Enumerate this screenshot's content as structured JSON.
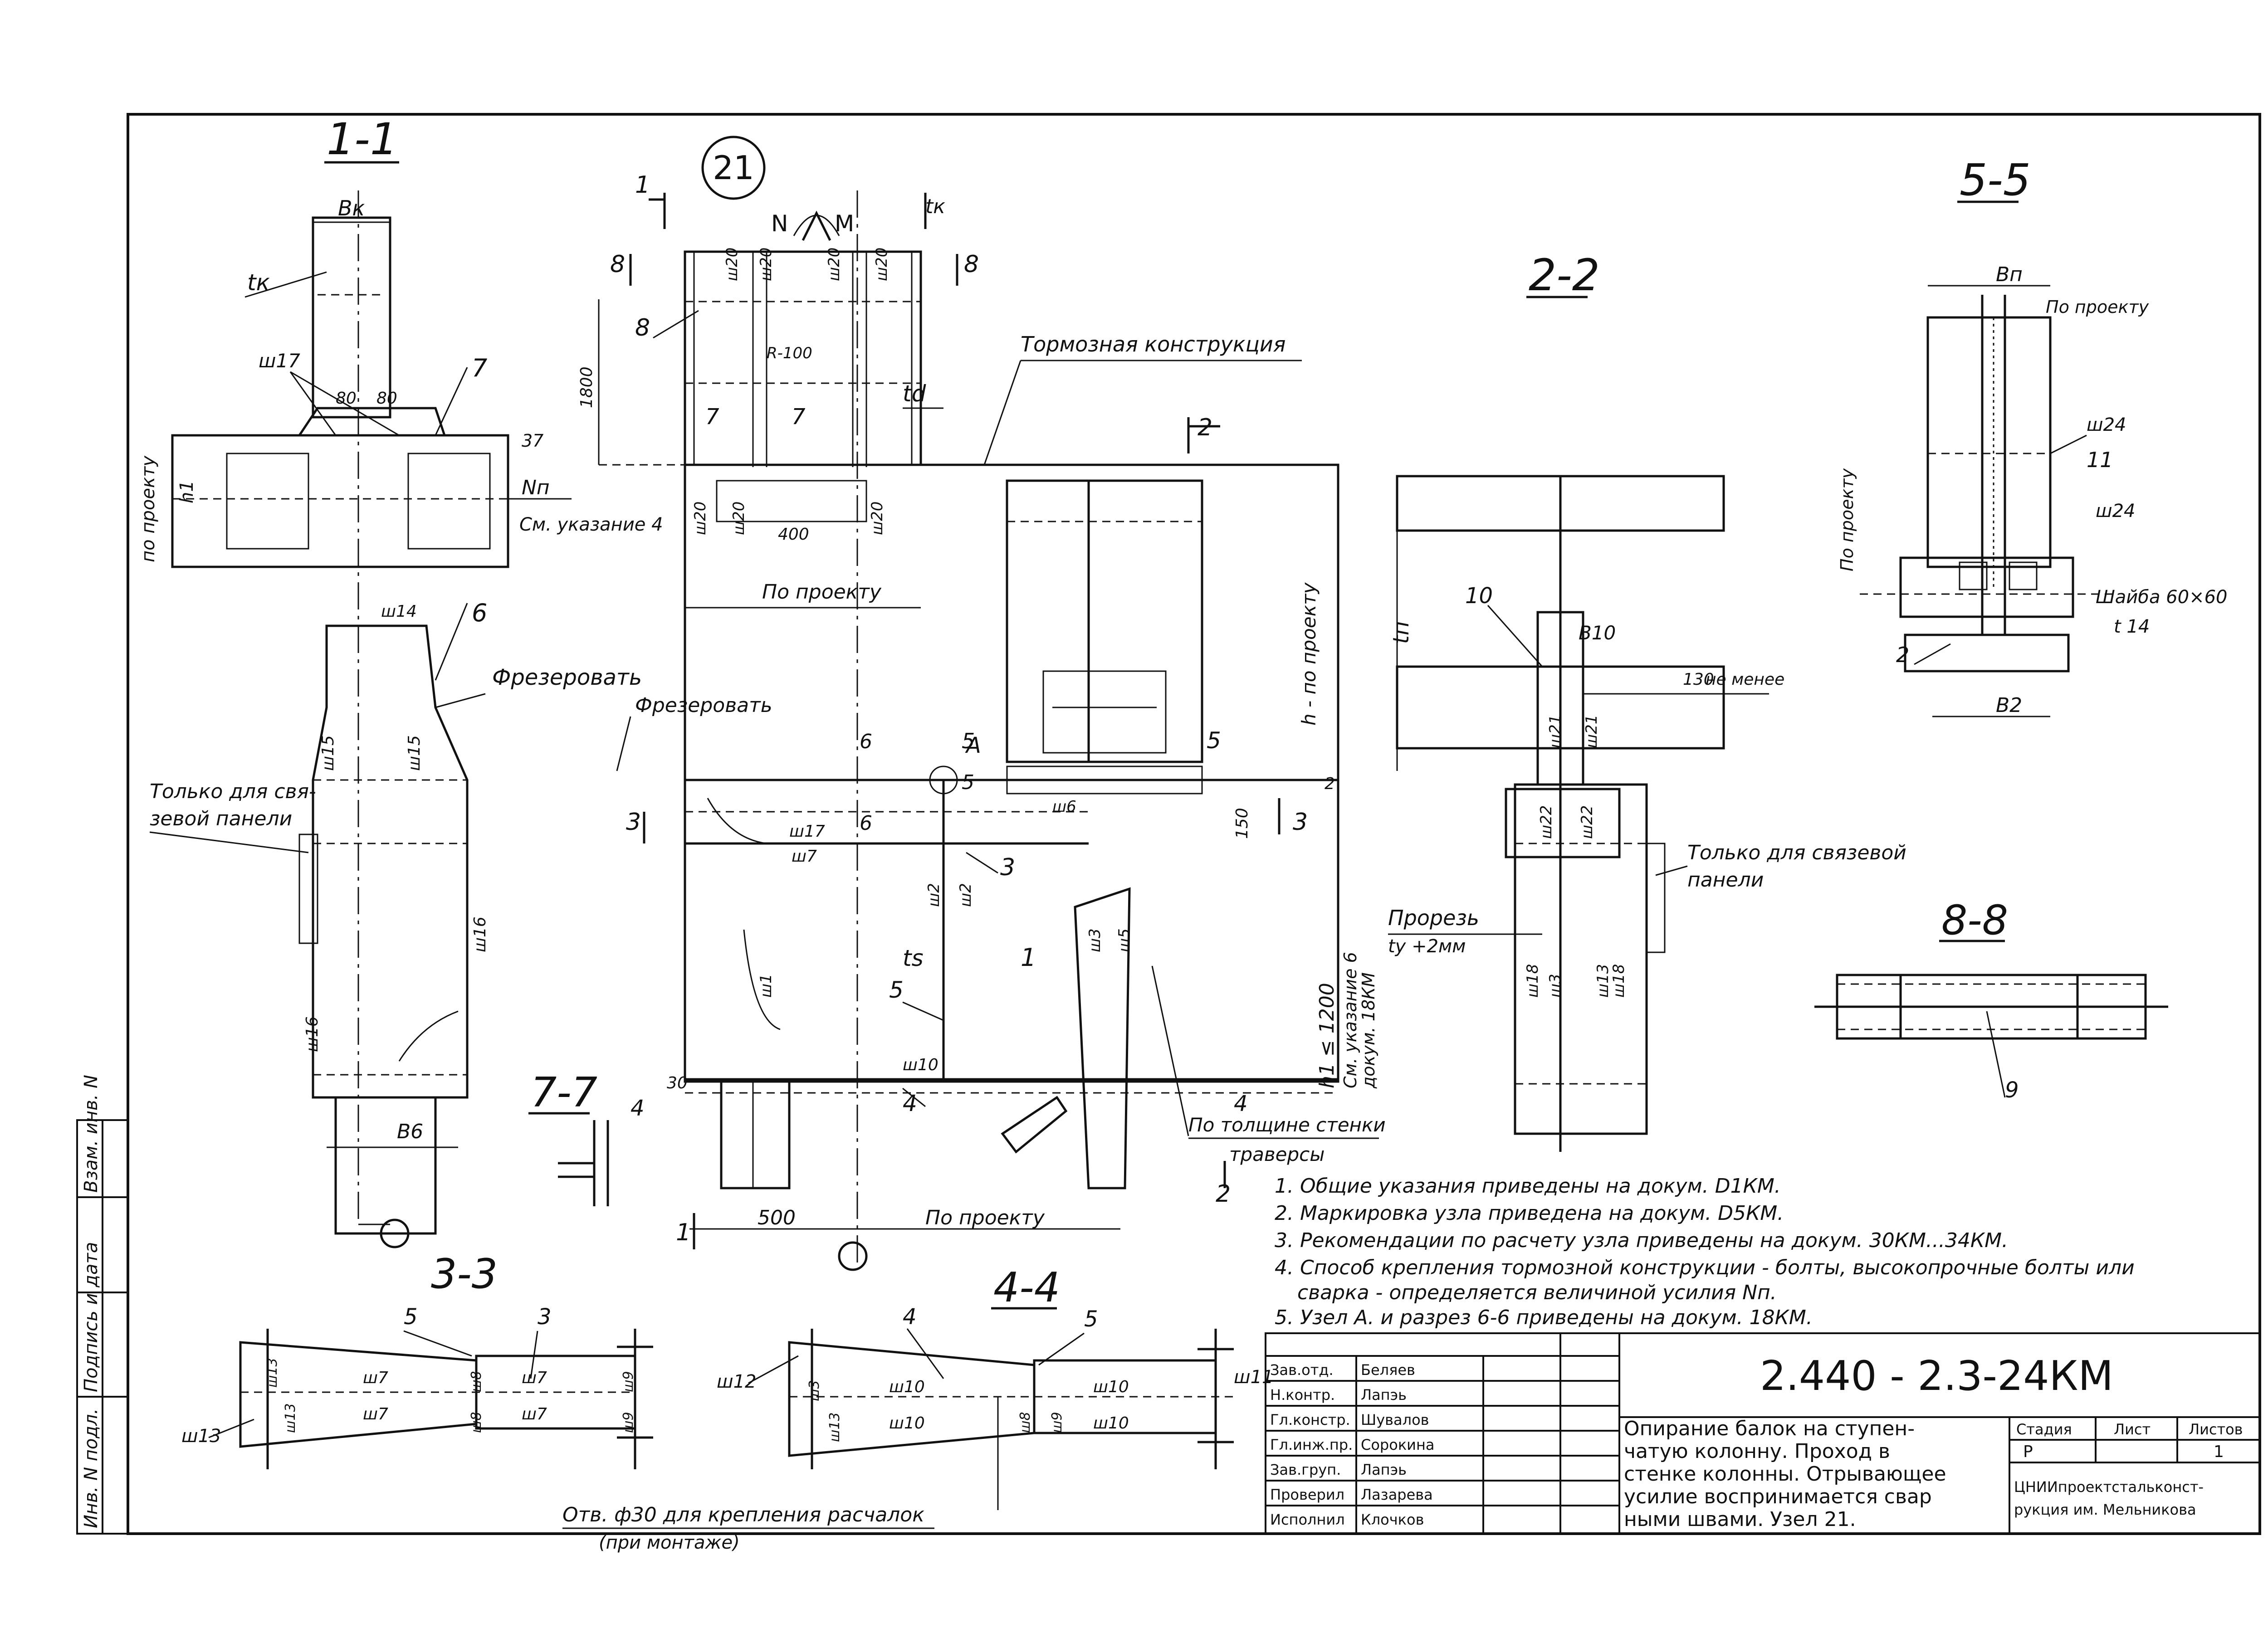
{
  "sheet_number_circle": "21",
  "sections": {
    "s11": "1-1",
    "s22": "2-2",
    "s33": "3-3",
    "s44": "4-4",
    "s55": "5-5",
    "s77": "7-7",
    "s88": "8-8"
  },
  "labels": {
    "bk": "Вк",
    "tk": "tк",
    "tk_top": "tк",
    "td": "td",
    "ts": "ts",
    "bn": "Вп",
    "b6": "В6",
    "b2": "В2",
    "b10": "В10",
    "tn": "tп",
    "h1": "h1",
    "N": "N",
    "M": "M",
    "Nn": "Nп",
    "A": "А",
    "sm_ukazanie": "См. указание 4",
    "tormoznaya": "Тормозная конструкция",
    "po_proektu": "По проекту",
    "po_proektu_h": "h - по проекту",
    "po_proektu_left": "по проекту",
    "po_proektu_bottom": "По проекту",
    "po_proektu_55": "По проекту",
    "po_proektu_55_v": "По проекту",
    "frezerovat": "Фрезеровать",
    "tolko_dlya_sv_1": "Только для свя-",
    "tolko_dlya_sv_2": "зевой панели",
    "tolko_dlya_sv2_1": "Только для связевой",
    "tolko_dlya_sv2_2": "панели",
    "prorez": "Прорезь",
    "prorez_t": "tу +2мм",
    "po_tolshine_1": "По толщине стенки",
    "po_tolshine_2": "траверсы",
    "h1_note": "h1 ≤ 1200",
    "sm_ukaz_6_1": "См. указание 6",
    "sm_ukaz_6_2": "докум. 18КМ",
    "ne_menee": "не менее",
    "d130": "130",
    "d1800": "1800",
    "d400": "400",
    "d500": "500",
    "d150": "150",
    "d30": "30",
    "d80a": "80",
    "d80b": "80",
    "d37": "37",
    "r100": "R-100",
    "shaiba_1": "Шайба 60×60",
    "shaiba_2": "t 14",
    "otv_1": "Отв. ф30 для крепления расчалок",
    "otv_2": "(при монтаже)"
  },
  "weld_marks": {
    "w1": "ш1",
    "w2": "ш2",
    "w3": "ш3",
    "w5": "ш5",
    "w6": "ш6",
    "w7": "ш7",
    "w8": "ш8",
    "w9": "ш9",
    "w10": "ш10",
    "w11": "ш11",
    "w12": "ш12",
    "w13": "ш13",
    "w14": "ш14",
    "w15": "ш15",
    "w16": "ш16",
    "w17": "ш17",
    "w18": "ш18",
    "w20": "ш20",
    "w21": "ш21",
    "w22": "ш22",
    "w24": "ш24"
  },
  "position_numbers": [
    "1",
    "2",
    "3",
    "4",
    "5",
    "6",
    "7",
    "8",
    "9",
    "10",
    "11"
  ],
  "notes": [
    "1. Общие указания приведены на докум. D1КМ.",
    "2. Маркировка узла приведена на докум. D5КМ.",
    "3. Рекомендации по расчету узла приведены на докум. 30КМ...34КМ.",
    "4. Способ крепления тормозной конструкции - болты, высокопрочные болты или",
    "сварка - определяется величиной усилия Nп.",
    "5. Узел А. и разрез 6-6 приведены на докум. 18КМ."
  ],
  "side_stamp": [
    "Инв. N подл.",
    "Подпись и дата",
    "Взам. инв. N"
  ],
  "title_block": {
    "code": "2.440 - 2.3-24КМ",
    "description": [
      "Опирание балок на ступен-",
      "чатую колонну. Проход в",
      "стенке колонны. Отрывающее",
      "усилие воспринимается свар",
      "ными швами. Узел 21."
    ],
    "roles": [
      {
        "role": "Зав.отд.",
        "name": "Беляев"
      },
      {
        "role": "Н.контр.",
        "name": "Лапэь"
      },
      {
        "role": "Гл.констр.",
        "name": "Шувалов"
      },
      {
        "role": "Гл.инж.пр.",
        "name": "Сорокина"
      },
      {
        "role": "Зав.груп.",
        "name": "Лапэь"
      },
      {
        "role": "Проверил",
        "name": "Лазарева"
      },
      {
        "role": "Исполнил",
        "name": "Клочков"
      }
    ],
    "stage_header": "Стадия",
    "sheet_header": "Лист",
    "sheets_header": "Листов",
    "stage": "Р",
    "sheets": "1",
    "org_1": "ЦНИИпроектстальконст-",
    "org_2": "рукция им. Мельникова"
  }
}
